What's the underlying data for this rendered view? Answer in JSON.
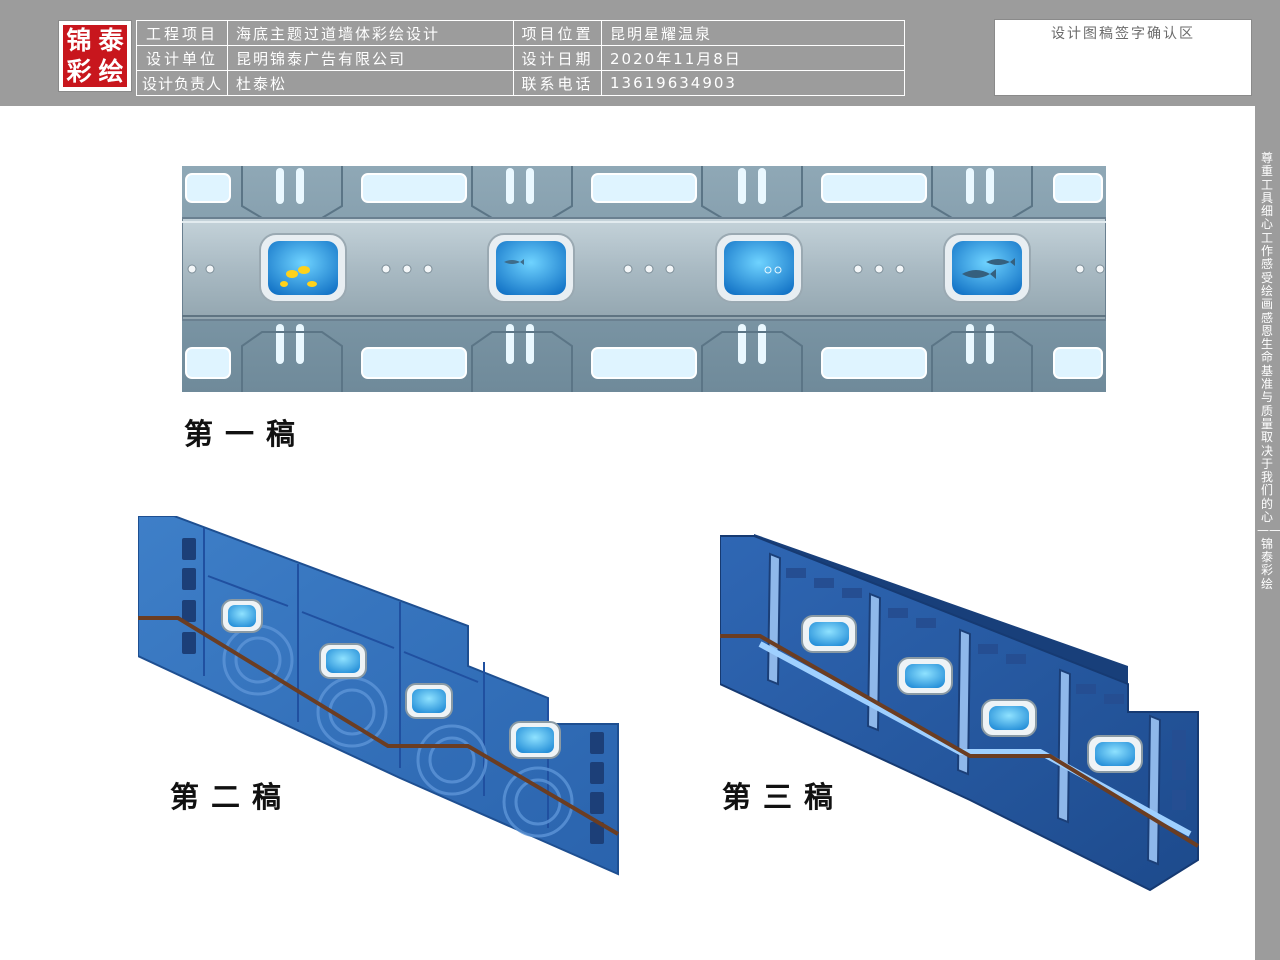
{
  "logo": {
    "chars": [
      "锦",
      "泰",
      "彩",
      "绘"
    ]
  },
  "info": {
    "row1": {
      "label_a": "工程项目",
      "value_a": "海底主题过道墙体彩绘设计",
      "label_b": "项目位置",
      "value_b": "昆明星耀温泉"
    },
    "row2": {
      "label_a": "设计单位",
      "value_a": "昆明锦泰广告有限公司",
      "label_b": "设计日期",
      "value_b": "2020年11月8日"
    },
    "row3": {
      "label_a": "设计负责人",
      "value_a": "杜泰松",
      "label_b": "联系电话",
      "value_b": "13619634903"
    }
  },
  "signoff": {
    "title": "设计图稿签字确认区"
  },
  "slogan": "尊重工具 细心工作 感受绘画 感恩生命 基准与质量取决于我们的心——锦泰彩绘",
  "drafts": [
    {
      "caption": "第一稿"
    },
    {
      "caption": "第二稿"
    },
    {
      "caption": "第三稿"
    }
  ],
  "colors": {
    "header_gray": "#9c9c9c",
    "logo_red": "#c8161d",
    "steel_panel": "#7f9aaa",
    "glow_panel": "#d9f2ff",
    "ocean_blue": "#2f6fb8",
    "deep_blue": "#1d4a8c",
    "handrail_brown": "#6b3d22"
  }
}
